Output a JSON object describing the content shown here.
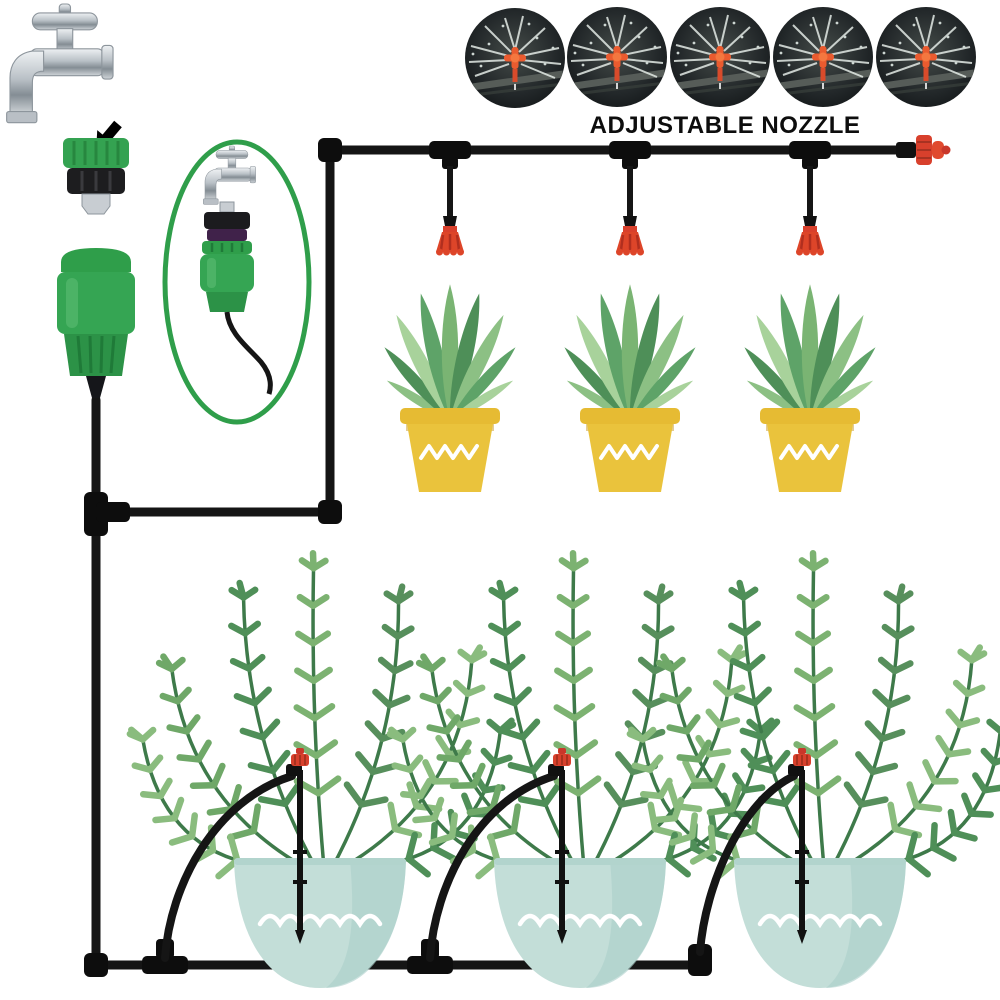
{
  "title": {
    "text": "ADJUSTABLE NOZZLE"
  },
  "photos": {
    "count": 5
  },
  "layout_counts": {
    "hanging_drippers": 3,
    "yellow_pots": 3,
    "teal_pots": 3,
    "stake_drippers": 3
  },
  "colors": {
    "connector_green": "#2f9e4a",
    "nozzle_red": "#d8402c",
    "tube_black": "#151515",
    "pot_yellow": "#eac33c",
    "pot_teal": "#c3ded8",
    "leaf_green": "#6fa868",
    "chrome_gray": "#b9c0c6"
  }
}
